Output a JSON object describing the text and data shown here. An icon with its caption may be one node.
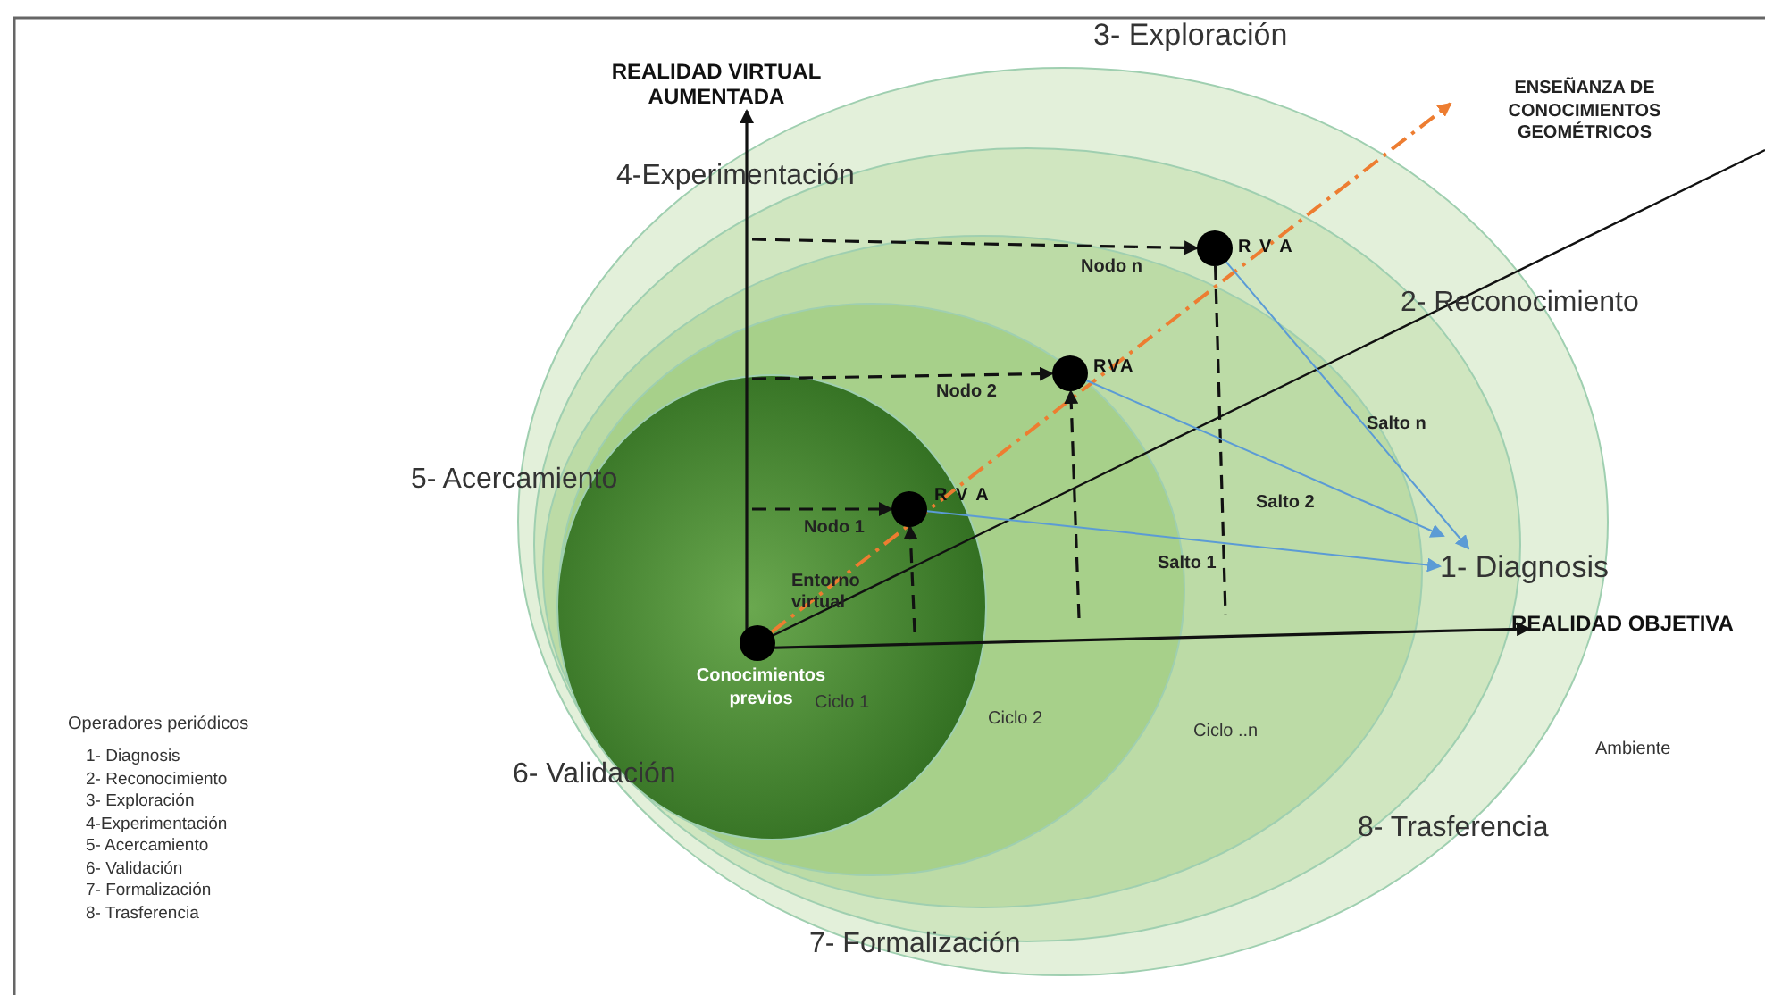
{
  "diagram": {
    "nodes": [
      {
        "text": [],
        "shape": "circle",
        "beside": [
          "Conocimientos previos"
        ]
      },
      {
        "text": [],
        "shape": "circle",
        "beside": [
          "R V A"
        ]
      },
      {
        "text": [],
        "shape": "circle",
        "beside": [
          "RVA"
        ]
      },
      {
        "text": [],
        "shape": "circle",
        "beside": [
          "R V A"
        ]
      },
      {
        "text": [
          "1- Diagnosis"
        ]
      },
      {
        "text": [
          "ENSEÑANZA DE CONOCIMIENTOS GEOMÉTRICOS"
        ]
      }
    ],
    "edges": [
      {
        "from": 0,
        "to": 5,
        "arrow": "to",
        "style": "dashed",
        "color": "#ed7d31"
      },
      {
        "from": null,
        "to": 1,
        "arrow": "to",
        "style": "dashed",
        "label": "Nodo 1"
      },
      {
        "from": null,
        "to": 2,
        "arrow": "to",
        "style": "dashed",
        "label": "Nodo 2"
      },
      {
        "from": null,
        "to": 3,
        "arrow": "to",
        "style": "dashed",
        "label": "Nodo n"
      },
      {
        "from": null,
        "to": 1,
        "arrow": "to",
        "style": "dashed"
      },
      {
        "from": null,
        "to": 2,
        "arrow": "to",
        "style": "dashed"
      },
      {
        "from": 3,
        "to": null,
        "arrow": "none",
        "style": "dashed"
      },
      {
        "from": 1,
        "to": 4,
        "arrow": "to",
        "color": "#5b9bd5",
        "label": "Salto 1"
      },
      {
        "from": 2,
        "to": 4,
        "arrow": "to",
        "color": "#5b9bd5",
        "label": "Salto 2"
      },
      {
        "from": 3,
        "to": 4,
        "arrow": "to",
        "color": "#5b9bd5",
        "label": "Salto n"
      }
    ],
    "labels": [
      "REALIDAD VIRTUAL AUMENTADA",
      "3- Exploración",
      "4-Experimentación",
      "2- Reconocimiento",
      "5- Acercamiento",
      "Entorno virtual",
      "REALIDAD OBJETIVA",
      "Ciclo 1",
      "Ciclo 2",
      "Ciclo ..n",
      "Ambiente",
      "6- Validación",
      "8- Trasferencia",
      "7- Formalización",
      "Operadores periódicos",
      "1- Diagnosis",
      "2- Reconocimiento",
      "3- Exploración",
      "4-Experimentación",
      "5- Acercamiento",
      "6- Validación",
      "7- Formalización",
      "8- Trasferencia"
    ]
  }
}
